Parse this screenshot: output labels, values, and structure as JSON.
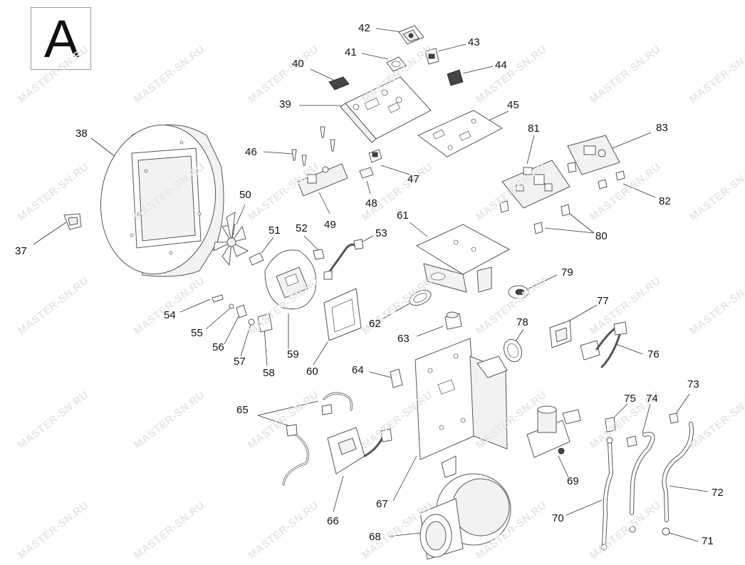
{
  "sheet": {
    "letter": "A"
  },
  "watermark": {
    "text": "MASTER-SN.RU"
  },
  "callouts": [
    "37",
    "38",
    "39",
    "40",
    "41",
    "42",
    "43",
    "44",
    "45",
    "46",
    "47",
    "48",
    "49",
    "50",
    "51",
    "52",
    "53",
    "54",
    "55",
    "56",
    "57",
    "58",
    "59",
    "60",
    "61",
    "62",
    "63",
    "64",
    "65",
    "66",
    "67",
    "68",
    "69",
    "70",
    "71",
    "72",
    "73",
    "74",
    "75",
    "76",
    "77",
    "78",
    "79",
    "80",
    "81",
    "82",
    "83"
  ]
}
